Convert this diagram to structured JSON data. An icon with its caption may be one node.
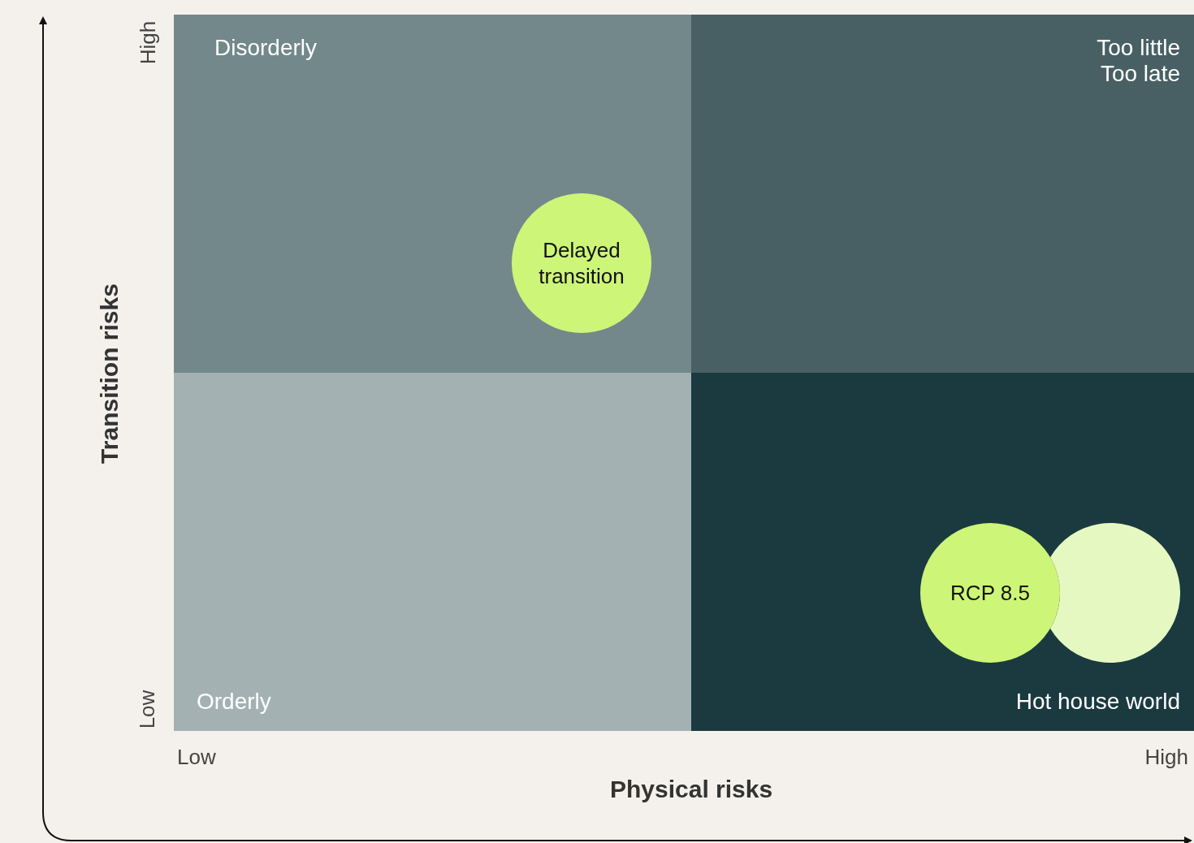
{
  "diagram": {
    "nodes": [
      {
        "text": [
          "Disorderly"
        ]
      },
      {
        "text": [
          "Delayed transition"
        ],
        "in": 0
      },
      {
        "text": [
          "Too little Too late"
        ]
      },
      {
        "text": [
          "Orderly"
        ]
      },
      {
        "text": [
          "Hot house world"
        ]
      },
      {
        "text": [
          "RCP 8.5"
        ],
        "in": 4
      },
      {
        "text": [],
        "shape": "circle",
        "in": 4
      }
    ],
    "edges": [],
    "labels": [
      "High",
      "Low",
      "Transition risks",
      "Low",
      "High",
      "Physical risks"
    ]
  }
}
